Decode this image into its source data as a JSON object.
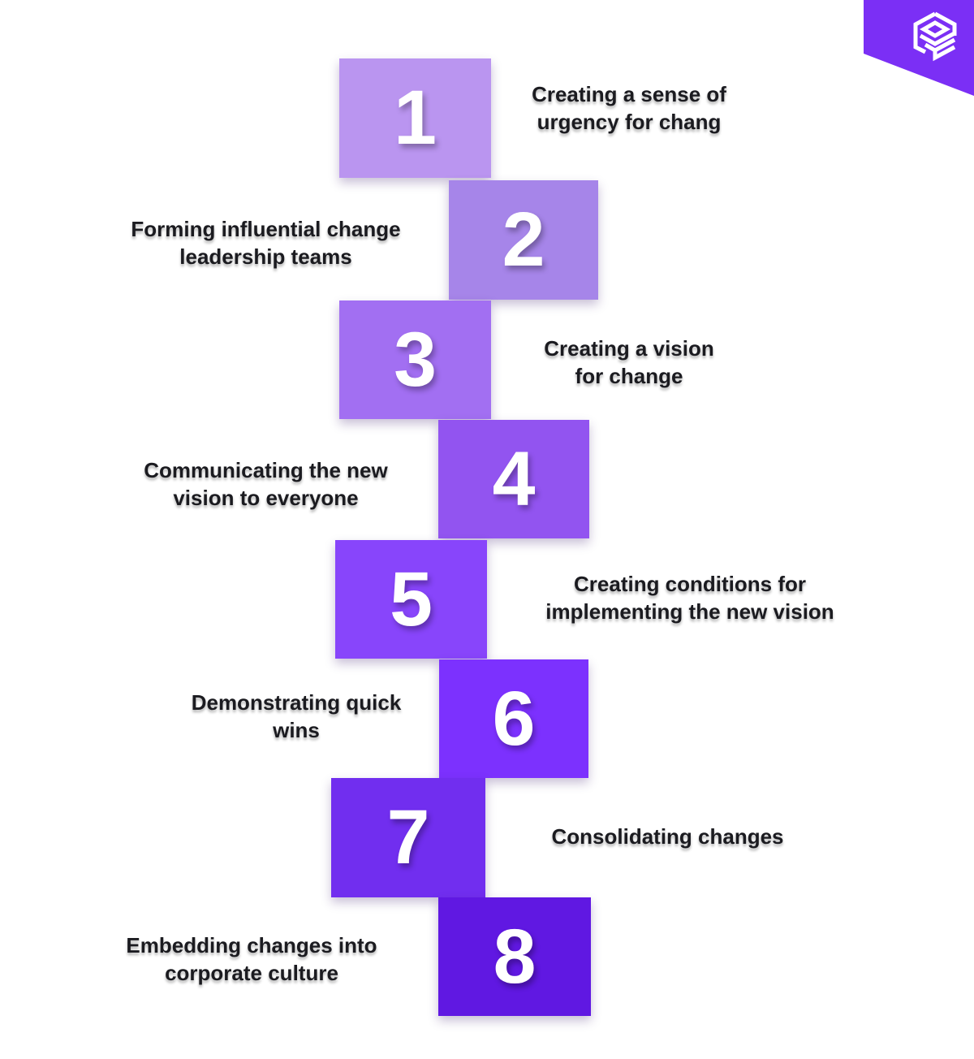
{
  "brand": {
    "banner_color": "#7b2ff5",
    "logo_icon": "layered-cube-logo",
    "logo_color": "#ffffff"
  },
  "text_color": "#1b1b20",
  "number_color": "#ffffff",
  "steps": [
    {
      "number": "1",
      "label": "Creating a sense of\nurgency for chang",
      "color": "#ba95f0",
      "label_side": "right"
    },
    {
      "number": "2",
      "label": "Forming influential change\nleadership teams",
      "color": "#a685e9",
      "label_side": "left"
    },
    {
      "number": "3",
      "label": "Creating a vision\nfor change",
      "color": "#a26ff2",
      "label_side": "right"
    },
    {
      "number": "4",
      "label": "Communicating the new\nvision to everyone",
      "color": "#9254f0",
      "label_side": "left"
    },
    {
      "number": "5",
      "label": "Creating conditions for\nimplementing the new vision",
      "color": "#8845fb",
      "label_side": "right"
    },
    {
      "number": "6",
      "label": "Demonstrating quick\nwins",
      "color": "#7c31fe",
      "label_side": "left"
    },
    {
      "number": "7",
      "label": "Consolidating changes",
      "color": "#712eef",
      "label_side": "right"
    },
    {
      "number": "8",
      "label": "Embedding changes into\ncorporate culture",
      "color": "#6018e2",
      "label_side": "left"
    }
  ]
}
